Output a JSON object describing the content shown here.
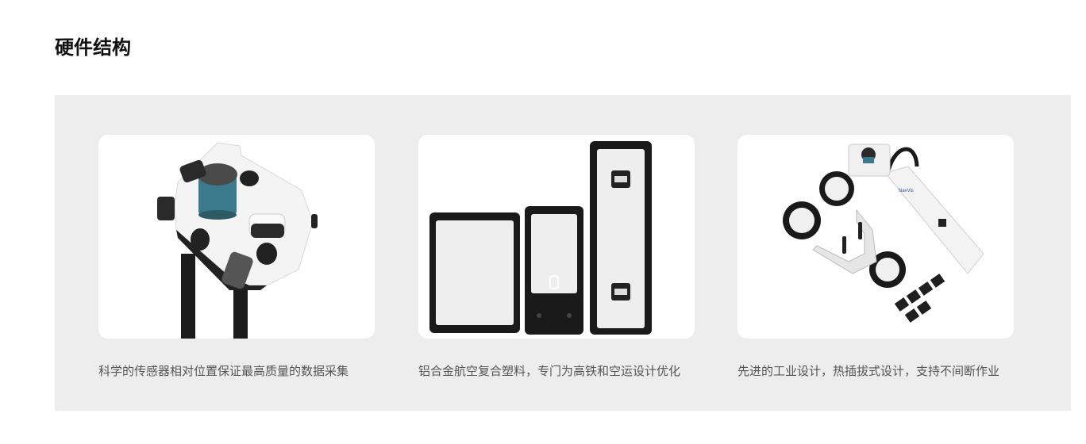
{
  "section": {
    "title": "硬件结构"
  },
  "features": [
    {
      "image_alt": "scanner-head-on-pole",
      "caption": "科学的传感器相对位置保证最高质量的数据采集"
    },
    {
      "image_alt": "transport-cases",
      "caption": "铝合金航空复合塑料，专门为高铁和空运设计优化"
    },
    {
      "image_alt": "modular-components-kit",
      "caption": "先进的工业设计，热插拔式设计，支持不间断作业"
    }
  ],
  "colors": {
    "panel_bg": "#ededed",
    "card_bg": "#ffffff",
    "title": "#111111",
    "caption": "#555555"
  }
}
